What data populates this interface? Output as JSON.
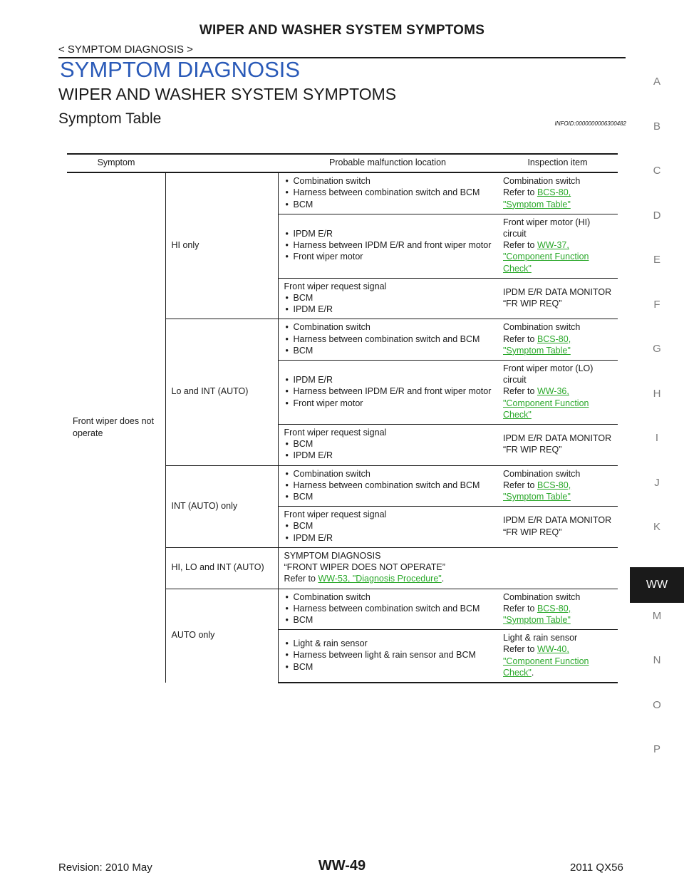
{
  "header": {
    "title": "WIPER AND WASHER SYSTEM SYMPTOMS",
    "section": "< SYMPTOM DIAGNOSIS >"
  },
  "headings": {
    "h1": "SYMPTOM DIAGNOSIS",
    "h2": "WIPER AND WASHER SYSTEM SYMPTOMS",
    "h3": "Symptom Table",
    "infoid": "INFOID:0000000006300482"
  },
  "side_index": [
    "A",
    "B",
    "C",
    "D",
    "E",
    "F",
    "G",
    "H",
    "I",
    "J",
    "K",
    "WW",
    "M",
    "N",
    "O",
    "P"
  ],
  "side_index_active": "WW",
  "table": {
    "headers": [
      "Symptom",
      "Probable malfunction location",
      "Inspection item"
    ],
    "symptom": "Front wiper does not operate",
    "groups": [
      {
        "condition": "HI only",
        "rows": [
          {
            "location_items": [
              "Combination switch",
              "Harness between combination switch and BCM",
              "BCM"
            ],
            "inspect_lines": [
              "Combination switch"
            ],
            "refer_prefix": "Refer to ",
            "refer_link": "BCS-80, \"Symptom Table\"",
            "refer_suffix": ""
          },
          {
            "location_items": [
              "IPDM E/R",
              "Harness between IPDM E/R and front wiper motor",
              "Front wiper motor"
            ],
            "inspect_lines": [
              "Front wiper motor (HI) circuit"
            ],
            "refer_prefix": "Refer to ",
            "refer_link": "WW-37, \"Component Function Check\"",
            "refer_suffix": ""
          },
          {
            "location_lead": "Front wiper request signal",
            "location_items": [
              "BCM",
              "IPDM E/R"
            ],
            "inspect_lines": [
              "IPDM E/R DATA MONITOR",
              "“FR WIP REQ”"
            ]
          }
        ]
      },
      {
        "condition": "Lo and INT (AUTO)",
        "rows": [
          {
            "location_items": [
              "Combination switch",
              "Harness between combination switch and BCM",
              "BCM"
            ],
            "inspect_lines": [
              "Combination switch"
            ],
            "refer_prefix": "Refer to ",
            "refer_link": "BCS-80, \"Symptom Table\"",
            "refer_suffix": ""
          },
          {
            "location_items": [
              "IPDM E/R",
              "Harness between IPDM E/R and front wiper motor",
              "Front wiper motor"
            ],
            "inspect_lines": [
              "Front wiper motor (LO) circuit"
            ],
            "refer_prefix": "Refer to ",
            "refer_link": "WW-36, \"Component Function Check\"",
            "refer_suffix": ""
          },
          {
            "location_lead": "Front wiper request signal",
            "location_items": [
              "BCM",
              "IPDM E/R"
            ],
            "inspect_lines": [
              "IPDM E/R DATA MONITOR",
              "“FR WIP REQ”"
            ]
          }
        ]
      },
      {
        "condition": "INT (AUTO) only",
        "rows": [
          {
            "location_items": [
              "Combination switch",
              "Harness between combination switch and BCM",
              "BCM"
            ],
            "inspect_lines": [
              "Combination switch"
            ],
            "refer_prefix": "Refer to ",
            "refer_link": "BCS-80, \"Symptom Table\"",
            "refer_suffix": ""
          },
          {
            "location_lead": "Front wiper request signal",
            "location_items": [
              "BCM",
              "IPDM E/R"
            ],
            "inspect_lines": [
              "IPDM E/R DATA MONITOR",
              "“FR WIP REQ”"
            ]
          }
        ]
      },
      {
        "condition": "HI, LO and INT (AUTO)",
        "merged": {
          "lines": [
            "SYMPTOM DIAGNOSIS",
            "“FRONT WIPER DOES NOT OPERATE”"
          ],
          "refer_prefix": "Refer to ",
          "refer_link": "WW-53, \"Diagnosis Procedure\"",
          "refer_suffix": "."
        }
      },
      {
        "condition": "AUTO only",
        "rows": [
          {
            "location_items": [
              "Combination switch",
              "Harness between combination switch and BCM",
              "BCM"
            ],
            "inspect_lines": [
              "Combination switch"
            ],
            "refer_prefix": "Refer to ",
            "refer_link": "BCS-80, \"Symptom Table\"",
            "refer_suffix": ""
          },
          {
            "location_items": [
              "Light & rain sensor",
              "Harness between light & rain sensor and BCM",
              "BCM"
            ],
            "inspect_lines": [
              "Light & rain sensor"
            ],
            "refer_prefix": "Refer to ",
            "refer_link": "WW-40, \"Component Function Check\"",
            "refer_suffix": "."
          }
        ]
      }
    ]
  },
  "footer": {
    "revision": "Revision: 2010 May",
    "page": "WW-49",
    "model": "2011 QX56"
  }
}
